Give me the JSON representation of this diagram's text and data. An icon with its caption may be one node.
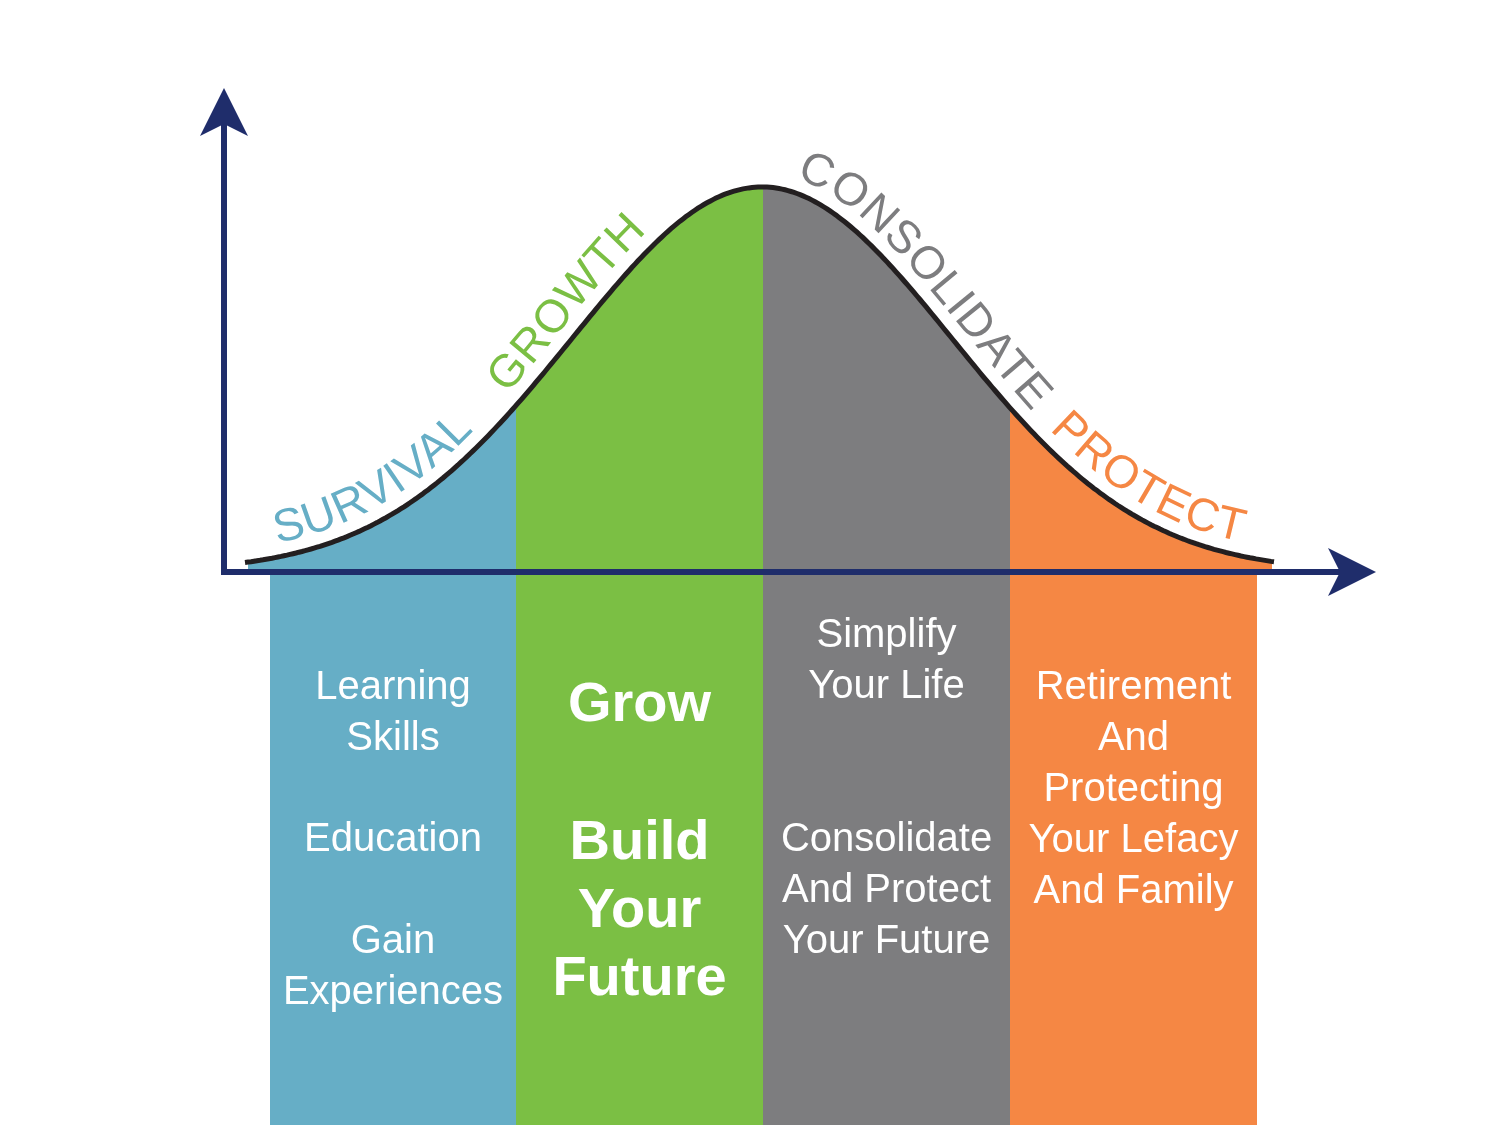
{
  "diagram": {
    "nodes": [
      {
        "text": [
          "Learning Skills",
          "Education",
          "Gain Experiences"
        ]
      },
      {
        "text": [
          "Grow",
          "Build Your Future"
        ]
      },
      {
        "text": [
          "Simplify Your Life",
          "Consolidate And Protect Your Future"
        ]
      },
      {
        "text": [
          "Retirement And Protecting Your Lefacy And Family"
        ]
      }
    ],
    "labels": [
      "SURVIVAL",
      "GROWTH",
      "CONSOLIDATE",
      "PROTECT"
    ]
  }
}
